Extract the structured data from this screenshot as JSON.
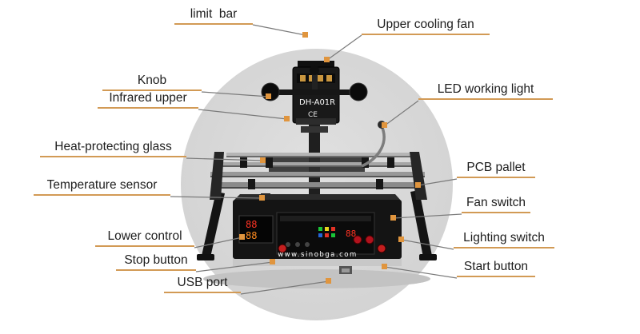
{
  "colors": {
    "accent_orange": "#e0953e",
    "underline_tan": "#d29a55",
    "connector_gray": "#7a7a7a",
    "circle_gray": "#d9d9d9",
    "led_red": "#ff3323"
  },
  "machine": {
    "model": "DH-A01R",
    "ce_mark": "CE",
    "website": "www.sinobga.com"
  },
  "labels": [
    {
      "id": "limit-bar",
      "text": "limit  bar"
    },
    {
      "id": "upper-cooling-fan",
      "text": "Upper cooling fan"
    },
    {
      "id": "knob",
      "text": "Knob"
    },
    {
      "id": "infrared-upper",
      "text": "Infrared upper"
    },
    {
      "id": "led-working-light",
      "text": "LED working light"
    },
    {
      "id": "heat-protecting-glass",
      "text": "Heat-protecting glass"
    },
    {
      "id": "temperature-sensor",
      "text": "Temperature sensor"
    },
    {
      "id": "pcb-pallet",
      "text": "PCB pallet"
    },
    {
      "id": "fan-switch",
      "text": "Fan switch"
    },
    {
      "id": "lower-control",
      "text": "Lower control"
    },
    {
      "id": "lighting-switch",
      "text": "Lighting switch"
    },
    {
      "id": "stop-button",
      "text": "Stop button"
    },
    {
      "id": "start-button",
      "text": "Start button"
    },
    {
      "id": "usb-port",
      "text": "USB port"
    }
  ]
}
